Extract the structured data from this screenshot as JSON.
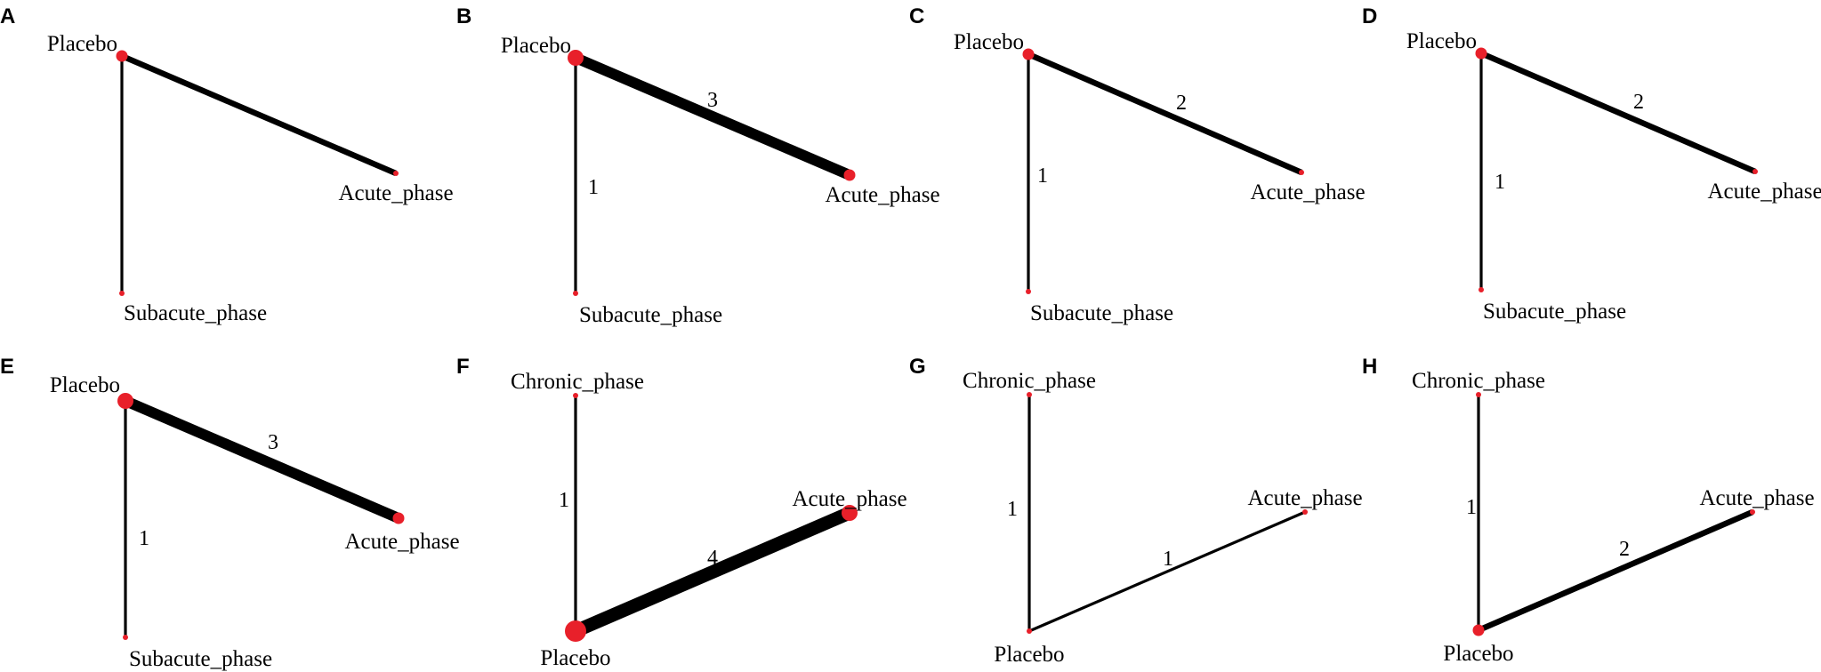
{
  "panels": [
    {
      "id": "A",
      "nodes": [
        {
          "id": "placebo",
          "label": "Placebo",
          "size": 2
        },
        {
          "id": "acute",
          "label": "Acute_phase",
          "size": 1
        },
        {
          "id": "subacute",
          "label": "Subacute_phase",
          "size": 1
        }
      ],
      "edges": [
        {
          "from": "placebo",
          "to": "acute",
          "weight": 2,
          "label": ""
        },
        {
          "from": "placebo",
          "to": "subacute",
          "weight": 1,
          "label": ""
        }
      ]
    },
    {
      "id": "B",
      "nodes": [
        {
          "id": "placebo",
          "label": "Placebo",
          "size": 3
        },
        {
          "id": "acute",
          "label": "Acute_phase",
          "size": 2
        },
        {
          "id": "subacute",
          "label": "Subacute_phase",
          "size": 1
        }
      ],
      "edges": [
        {
          "from": "placebo",
          "to": "acute",
          "weight": 3,
          "label": "3"
        },
        {
          "from": "placebo",
          "to": "subacute",
          "weight": 1,
          "label": "1"
        }
      ]
    },
    {
      "id": "C",
      "nodes": [
        {
          "id": "placebo",
          "label": "Placebo",
          "size": 2
        },
        {
          "id": "acute",
          "label": "Acute_phase",
          "size": 1
        },
        {
          "id": "subacute",
          "label": "Subacute_phase",
          "size": 1
        }
      ],
      "edges": [
        {
          "from": "placebo",
          "to": "acute",
          "weight": 2,
          "label": "2"
        },
        {
          "from": "placebo",
          "to": "subacute",
          "weight": 1,
          "label": "1"
        }
      ]
    },
    {
      "id": "D",
      "nodes": [
        {
          "id": "placebo",
          "label": "Placebo",
          "size": 2
        },
        {
          "id": "acute",
          "label": "Acute_phase",
          "size": 1
        },
        {
          "id": "subacute",
          "label": "Subacute_phase",
          "size": 1
        }
      ],
      "edges": [
        {
          "from": "placebo",
          "to": "acute",
          "weight": 2,
          "label": "2"
        },
        {
          "from": "placebo",
          "to": "subacute",
          "weight": 1,
          "label": "1"
        }
      ]
    },
    {
      "id": "E",
      "nodes": [
        {
          "id": "placebo",
          "label": "Placebo",
          "size": 3
        },
        {
          "id": "acute",
          "label": "Acute_phase",
          "size": 2
        },
        {
          "id": "subacute",
          "label": "Subacute_phase",
          "size": 1
        }
      ],
      "edges": [
        {
          "from": "placebo",
          "to": "acute",
          "weight": 3,
          "label": "3"
        },
        {
          "from": "placebo",
          "to": "subacute",
          "weight": 1,
          "label": "1"
        }
      ]
    },
    {
      "id": "F",
      "nodes": [
        {
          "id": "chronic",
          "label": "Chronic_phase",
          "size": 1
        },
        {
          "id": "acute",
          "label": "Acute_phase",
          "size": 3
        },
        {
          "id": "placebo",
          "label": "Placebo",
          "size": 4
        }
      ],
      "edges": [
        {
          "from": "chronic",
          "to": "placebo",
          "weight": 1,
          "label": "1"
        },
        {
          "from": "placebo",
          "to": "acute",
          "weight": 4,
          "label": "4"
        }
      ]
    },
    {
      "id": "G",
      "nodes": [
        {
          "id": "chronic",
          "label": "Chronic_phase",
          "size": 1
        },
        {
          "id": "acute",
          "label": "Acute_phase",
          "size": 1
        },
        {
          "id": "placebo",
          "label": "Placebo",
          "size": 1
        }
      ],
      "edges": [
        {
          "from": "chronic",
          "to": "placebo",
          "weight": 1,
          "label": "1"
        },
        {
          "from": "placebo",
          "to": "acute",
          "weight": 1,
          "label": "1"
        }
      ]
    },
    {
      "id": "H",
      "nodes": [
        {
          "id": "chronic",
          "label": "Chronic_phase",
          "size": 1
        },
        {
          "id": "acute",
          "label": "Acute_phase",
          "size": 1
        },
        {
          "id": "placebo",
          "label": "Placebo",
          "size": 2
        }
      ],
      "edges": [
        {
          "from": "chronic",
          "to": "placebo",
          "weight": 1,
          "label": "1"
        },
        {
          "from": "placebo",
          "to": "acute",
          "weight": 2,
          "label": "2"
        }
      ]
    }
  ],
  "colors": {
    "node": "#e8202a",
    "edge": "#000000"
  }
}
